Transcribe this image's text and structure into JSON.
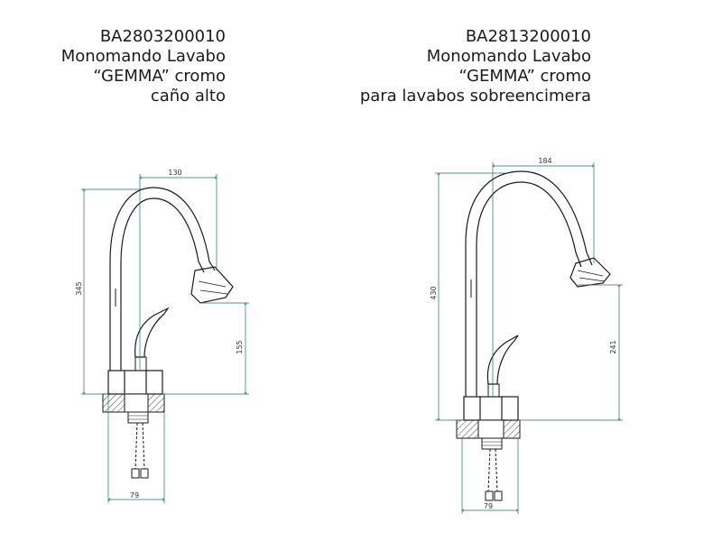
{
  "colors": {
    "line": "#1a1a1a",
    "dimension": "#1f6f6a",
    "hatch": "#444444"
  },
  "left_product": {
    "code": "BA2803200010",
    "line1": "Monomando Lavabo",
    "line2": "“GEMMA” cromo",
    "line3": "caño alto",
    "dims": {
      "reach": "130",
      "height": "345",
      "spout_height": "155",
      "base": "79"
    }
  },
  "right_product": {
    "code": "BA2813200010",
    "line1": "Monomando Lavabo",
    "line2": "“GEMMA” cromo",
    "line3": "para lavabos sobreencimera",
    "dims": {
      "reach": "184",
      "height": "430",
      "spout_height": "241",
      "base": "79"
    }
  }
}
